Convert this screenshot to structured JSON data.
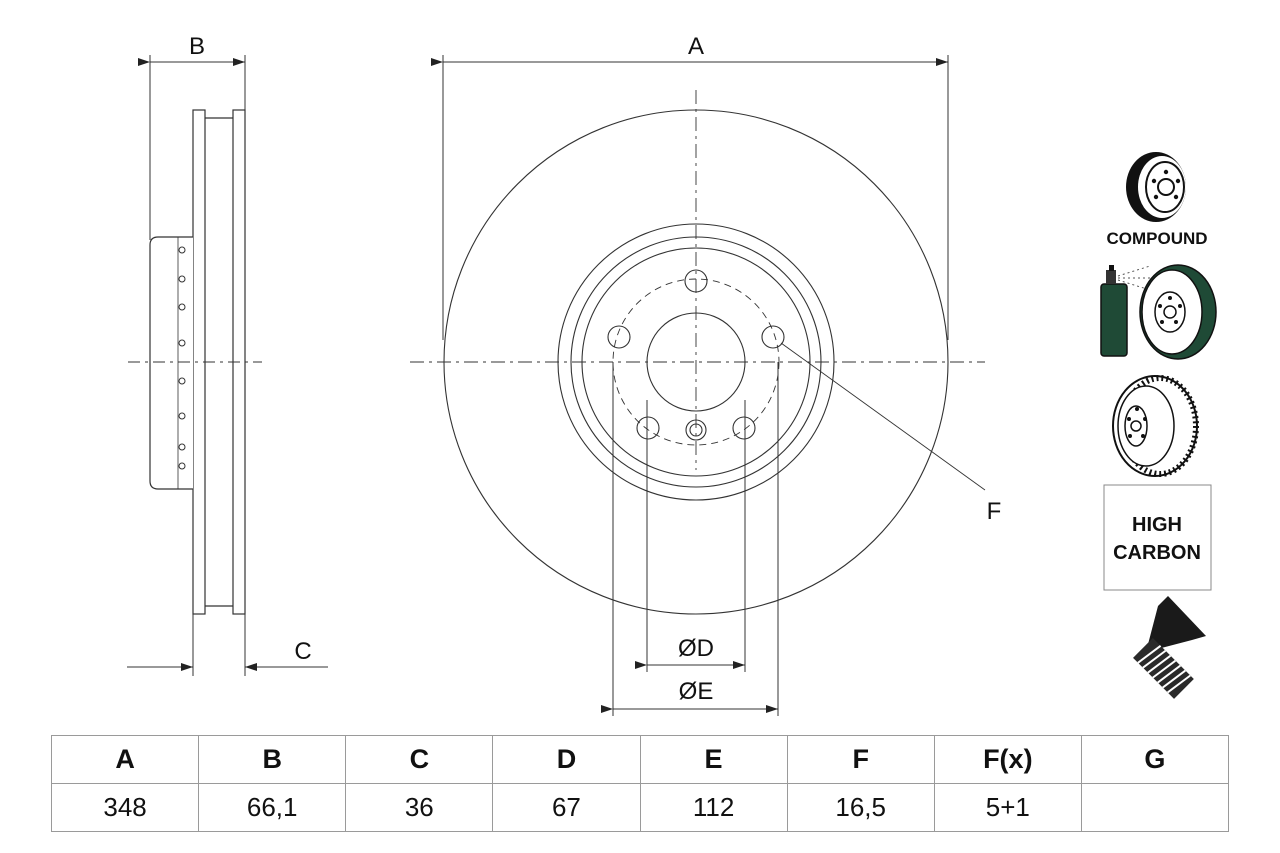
{
  "drawing": {
    "dimensions": {
      "a": "A",
      "b": "B",
      "c": "C",
      "d": "ØD",
      "e": "ØE",
      "f": "F"
    }
  },
  "badges": {
    "compound": "COMPOUND",
    "high_carbon_line1": "HIGH",
    "high_carbon_line2": "CARBON"
  },
  "spec_table": {
    "headers": [
      "A",
      "B",
      "C",
      "D",
      "E",
      "F",
      "F(x)",
      "G"
    ],
    "values": [
      "348",
      "66,1",
      "36",
      "67",
      "112",
      "16,5",
      "5+1",
      ""
    ]
  },
  "colors": {
    "line": "#333333",
    "icon_green": "#1f4a36",
    "border": "#9a9a9a"
  }
}
